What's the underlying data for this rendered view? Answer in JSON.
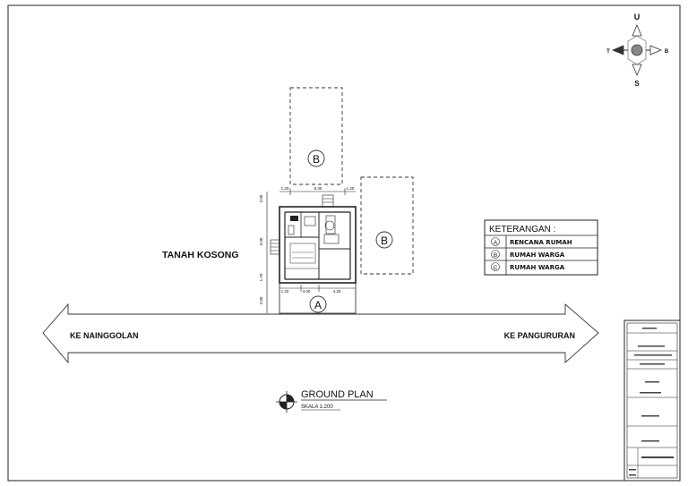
{
  "compass": {
    "north": "U",
    "south": "S",
    "west": "T",
    "east": "B"
  },
  "site": {
    "empty_lot_label": "TANAH KOSONG",
    "plot_a_label": "A",
    "plot_b_top_label": "B",
    "plot_b_right_label": "B",
    "top_dims": [
      "1.20",
      "8.30",
      "1.20"
    ],
    "bottom_dims": [
      "1.20",
      "4.00",
      "4.20"
    ],
    "left_dims": [
      "2.00",
      "5.00",
      "1.70",
      "2.00"
    ]
  },
  "road": {
    "left_label": "KE NAINGGOLAN",
    "right_label": "KE PANGURURAN"
  },
  "legend": {
    "title": "KETERANGAN :",
    "items": [
      {
        "symbol": "A",
        "label": "RENCANA RUMAH"
      },
      {
        "symbol": "B",
        "label": "RUMAH WARGA"
      },
      {
        "symbol": "C",
        "label": "RUMAH WARGA"
      }
    ]
  },
  "drawing_title": {
    "title": "GROUND PLAN",
    "scale": "SKALA 1:200"
  }
}
